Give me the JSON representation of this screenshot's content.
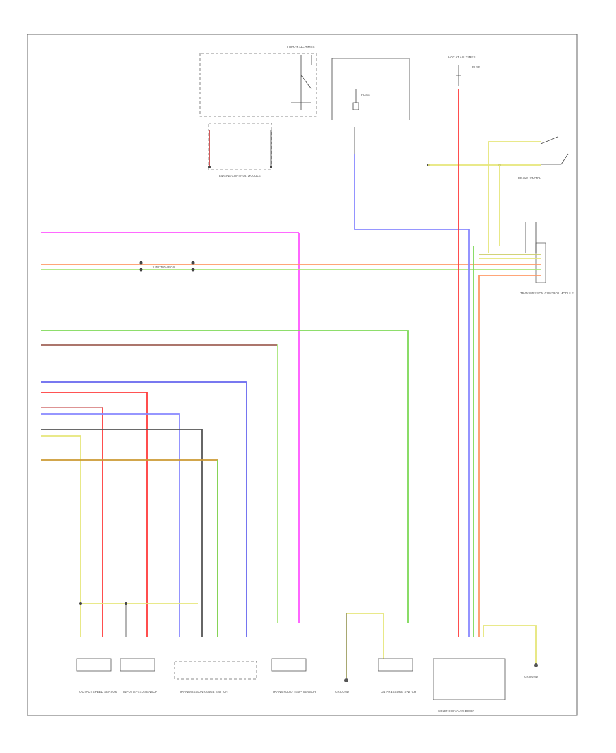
{
  "figure_code": "",
  "colors": {
    "red": "#ff3b3b",
    "pink": "#ff55ff",
    "orange": "#ff9966",
    "green": "#7ed957",
    "light_green": "#a8e67a",
    "blue": "#6666ee",
    "dark_red": "#aa6666",
    "yellow": "#e6e67a",
    "dark_grey": "#555555",
    "light_grey": "#bbbbbb",
    "brown_orange": "#cc9933",
    "periwinkle": "#8888ff"
  },
  "components": [
    {
      "id": "engine-control-module",
      "label": "ENGINE CONTROL MODULE"
    },
    {
      "id": "hot-at-all-times-relay",
      "label": "HOT AT ALL TIMES"
    },
    {
      "id": "fuse-left",
      "label": "FUSE"
    },
    {
      "id": "fuse-right",
      "label": "FUSE"
    },
    {
      "id": "hot-at-all-times-right",
      "label": "HOT AT ALL TIMES"
    },
    {
      "id": "brake-switch",
      "label": "BRAKE SWITCH"
    },
    {
      "id": "junction-box",
      "label": "JUNCTION BOX"
    },
    {
      "id": "tcm-connector",
      "label": "TRANSMISSION CONTROL MODULE"
    },
    {
      "id": "output-speed-sensor",
      "label": "OUTPUT SPEED SENSOR"
    },
    {
      "id": "input-speed-sensor",
      "label": "INPUT SPEED SENSOR"
    },
    {
      "id": "trans-range-switch",
      "label": "TRANSMISSION RANGE SWITCH"
    },
    {
      "id": "trans-fluid-temp",
      "label": "TRANS FLUID TEMP SENSOR"
    },
    {
      "id": "ground-left",
      "label": "GROUND"
    },
    {
      "id": "oil-pressure-switch",
      "label": "OIL PRESSURE SWITCH"
    },
    {
      "id": "solenoid-valve-body",
      "label": "SOLENOID VALVE BODY"
    },
    {
      "id": "ground-right",
      "label": "GROUND"
    }
  ]
}
